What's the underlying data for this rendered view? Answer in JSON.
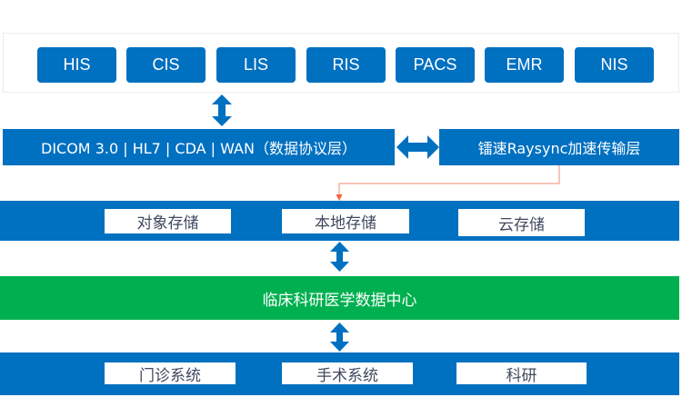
{
  "colors": {
    "primary_blue": "#0070c0",
    "green": "#00b050",
    "connector_orange": "#f4643a",
    "box_text": "#404a5e"
  },
  "source_systems": {
    "items": [
      "HIS",
      "CIS",
      "LIS",
      "RIS",
      "PACS",
      "EMR",
      "NIS"
    ]
  },
  "protocol_layer": {
    "label": "DICOM 3.0 | HL7 | CDA | WAN（数据协议层）"
  },
  "transfer_layer": {
    "label": "镭速Raysync加速传输层"
  },
  "storage_layer": {
    "items": [
      "对象存储",
      "本地存储",
      "云存储"
    ]
  },
  "data_center": {
    "label": "临床科研医学数据中心"
  },
  "applications_layer": {
    "items": [
      "门诊系统",
      "手术系统",
      "科研"
    ]
  },
  "icons": {
    "vertical_arrow": "double-arrow-vertical",
    "horizontal_arrow": "double-arrow-horizontal",
    "connector": "elbow-arrow-down"
  }
}
